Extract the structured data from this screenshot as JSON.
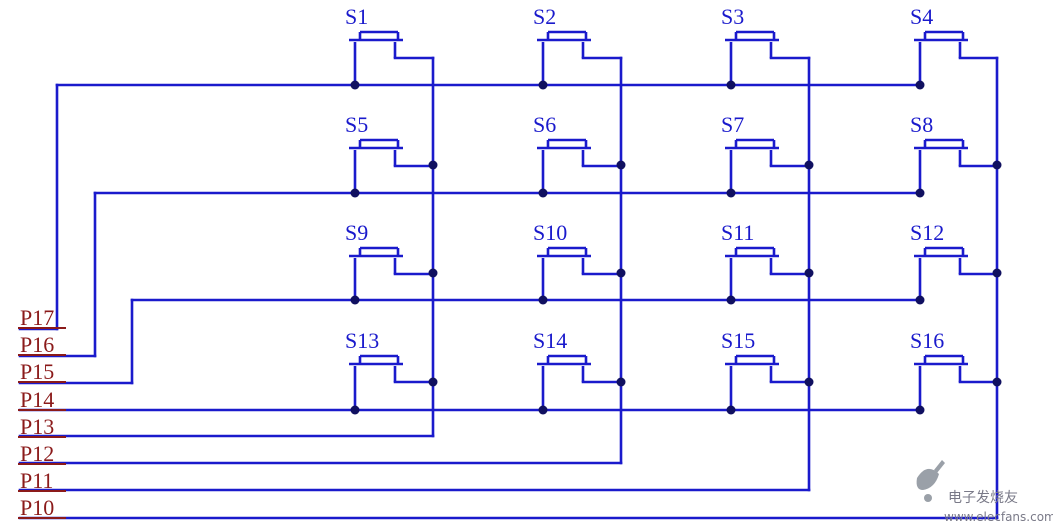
{
  "colors": {
    "wire": "#1a1acc",
    "node": "#101060",
    "port_label": "#8b1a1a",
    "switch_label": "#1a1acc",
    "watermark": "#7a7a88"
  },
  "switches": [
    {
      "label": "S1",
      "row": 0,
      "col": 0
    },
    {
      "label": "S2",
      "row": 0,
      "col": 1
    },
    {
      "label": "S3",
      "row": 0,
      "col": 2
    },
    {
      "label": "S4",
      "row": 0,
      "col": 3
    },
    {
      "label": "S5",
      "row": 1,
      "col": 0
    },
    {
      "label": "S6",
      "row": 1,
      "col": 1
    },
    {
      "label": "S7",
      "row": 1,
      "col": 2
    },
    {
      "label": "S8",
      "row": 1,
      "col": 3
    },
    {
      "label": "S9",
      "row": 2,
      "col": 0
    },
    {
      "label": "S10",
      "row": 2,
      "col": 1
    },
    {
      "label": "S11",
      "row": 2,
      "col": 2
    },
    {
      "label": "S12",
      "row": 2,
      "col": 3
    },
    {
      "label": "S13",
      "row": 3,
      "col": 0
    },
    {
      "label": "S14",
      "row": 3,
      "col": 1
    },
    {
      "label": "S15",
      "row": 3,
      "col": 2
    },
    {
      "label": "S16",
      "row": 3,
      "col": 3
    }
  ],
  "ports": [
    {
      "label": "P17",
      "connects": "row",
      "index": 0
    },
    {
      "label": "P16",
      "connects": "row",
      "index": 1
    },
    {
      "label": "P15",
      "connects": "row",
      "index": 2
    },
    {
      "label": "P14",
      "connects": "row",
      "index": 3
    },
    {
      "label": "P13",
      "connects": "col",
      "index": 0
    },
    {
      "label": "P12",
      "connects": "col",
      "index": 1
    },
    {
      "label": "P11",
      "connects": "col",
      "index": 2
    },
    {
      "label": "P10",
      "connects": "col",
      "index": 3
    }
  ],
  "watermark": {
    "brand": "电子发烧友",
    "url": "www.elecfans.com"
  }
}
